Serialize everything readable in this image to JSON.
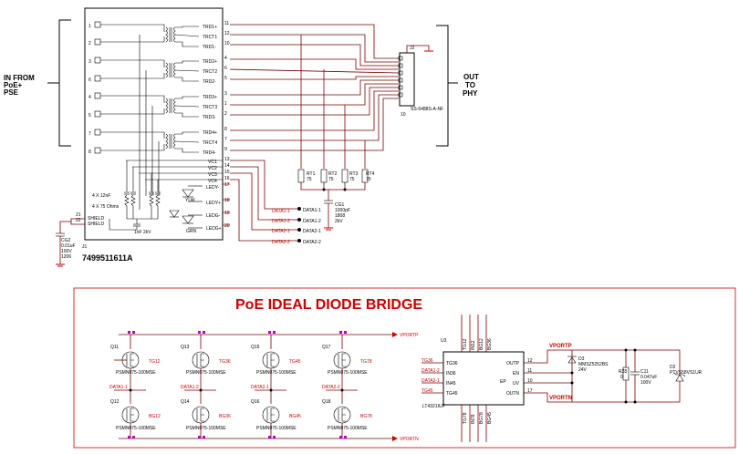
{
  "top": {
    "input_label_lines": [
      "IN FROM",
      "PoE+",
      "PSE"
    ],
    "output_label_lines": [
      "OUT",
      "TO",
      "PHY"
    ],
    "part_number": "7499511611A",
    "ref": "J1",
    "pin_numbers_left": [
      "1",
      "2",
      "3",
      "6",
      "4",
      "5",
      "7",
      "8"
    ],
    "pin_names_right": [
      "TRD1+",
      "TRCT1",
      "TRD1-",
      "TRD2+",
      "TRCT2",
      "TRD2-",
      "TRD3+",
      "TRCT3",
      "TRD3-",
      "TRD4+",
      "TRCT4",
      "TRD4-"
    ],
    "pin_numbers_right": [
      "11",
      "12",
      "10",
      "4",
      "6",
      "5",
      "3",
      "1",
      "2",
      "8",
      "7",
      "9"
    ],
    "vc_names": [
      "VC1",
      "VC2",
      "VC3",
      "VC4"
    ],
    "vc_numbers": [
      "13",
      "14",
      "15",
      "16"
    ],
    "led_names": [
      "LEDY-",
      "LEDY+",
      "LEDG-",
      "LEDG+"
    ],
    "led_numbers": [
      "17",
      "18",
      "19",
      "20"
    ],
    "shield_names": [
      "SHIELD",
      "SHIELD"
    ],
    "shield_numbers": [
      "21",
      "22"
    ],
    "cap_note": "4 X 12nF",
    "res_note": "4 X 75 Ohms",
    "cap2_note": "1nF 2kV",
    "led_y": "YLW",
    "led_g": "GRN",
    "cg2": [
      "CG2",
      "0.01uF",
      "100V",
      "1206"
    ],
    "j2_ref": "J2",
    "j2_part": "SS-6488S-A-NF",
    "resistors": [
      {
        "ref": "RT1",
        "val": "75"
      },
      {
        "ref": "RT2",
        "val": "75"
      },
      {
        "ref": "RT3",
        "val": "75"
      },
      {
        "ref": "RT4",
        "val": "75"
      }
    ],
    "cg1": [
      "CG1",
      "1000pF",
      "1808",
      "2kV"
    ],
    "data_nets": [
      "DATA1-1",
      "DATA1-2",
      "DATA2-1",
      "DATA2-2"
    ]
  },
  "bridge": {
    "title": "PoE IDEAL DIODE BRIDGE",
    "vportp": "VPORTP",
    "vportn": "VPORTN",
    "mosfets_top": [
      {
        "ref": "Q11",
        "part": "PSMN075-100MSE",
        "gate": "TG12"
      },
      {
        "ref": "Q13",
        "part": "PSMN075-100MSE",
        "gate": "TG36"
      },
      {
        "ref": "Q15",
        "part": "PSMN075-100MSE",
        "gate": "TG45"
      },
      {
        "ref": "Q17",
        "part": "PSMN075-100MSE",
        "gate": "TG78"
      }
    ],
    "mosfets_bottom": [
      {
        "ref": "Q12",
        "part": "PSMN075-100MSE",
        "gate": "BG12"
      },
      {
        "ref": "Q14",
        "part": "PSMN075-100MSE",
        "gate": "BG36"
      },
      {
        "ref": "Q16",
        "part": "PSMN075-100MSE",
        "gate": "BG45"
      },
      {
        "ref": "Q18",
        "part": "PSMN075-100MSE",
        "gate": "BG78"
      }
    ],
    "mid_nets": [
      "DATA1-1",
      "DATA1-2",
      "DATA2-1",
      "DATA2-2"
    ],
    "ic": {
      "ref": "U3",
      "part": "LT4321IUF",
      "left_pins": [
        "TG36",
        "IN36",
        "IN45",
        "TG45"
      ],
      "left_nets": [
        "TG36",
        "DATA1-2",
        "DATA2-1",
        "TG45"
      ],
      "top_pins": [
        "TG12",
        "IN12",
        "BG12",
        "BG36"
      ],
      "bottom_pins": [
        "TG78",
        "IN78",
        "BG78",
        "BG45"
      ],
      "right_pins": [
        "OUTP",
        "EN",
        "UV",
        "OUTN"
      ],
      "right_nums": [
        "12",
        "11",
        "10",
        "17"
      ],
      "center": "EP"
    },
    "d3": [
      "D3",
      "MMSZ5252BS",
      "24V"
    ],
    "r28": [
      "R28",
      "0"
    ],
    "c11": [
      "C11",
      "0.047uF",
      "100V"
    ],
    "d2": [
      "D2",
      "PTVS58VS1UR"
    ]
  }
}
